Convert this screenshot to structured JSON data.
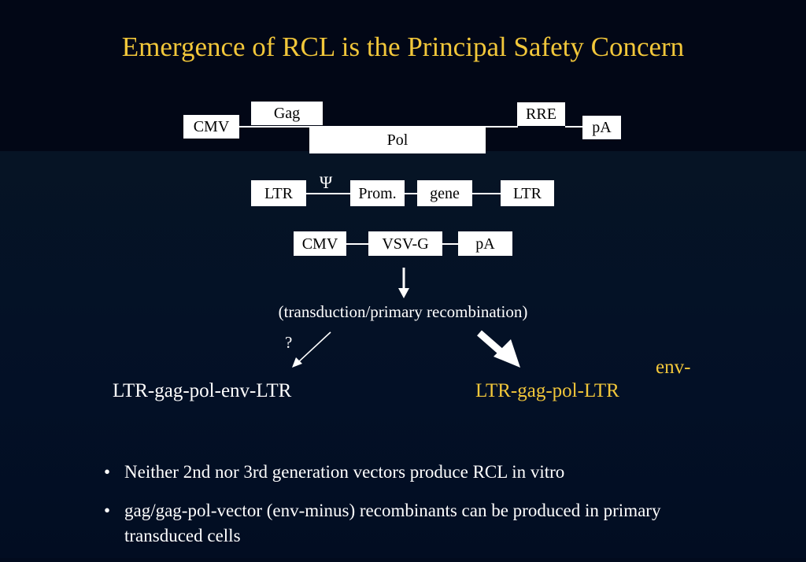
{
  "title": "Emergence of RCL is the Principal Safety Concern",
  "construct1": {
    "promoter": "CMV",
    "gag": "Gag",
    "pol": "Pol",
    "rre": "RRE",
    "polya": "pA"
  },
  "construct2": {
    "ltr_left": "LTR",
    "psi": "Ψ",
    "promoter": "Prom.",
    "gene": "gene",
    "ltr_right": "LTR"
  },
  "construct3": {
    "promoter": "CMV",
    "env": "VSV-G",
    "polya": "pA"
  },
  "process_label": "(transduction/primary recombination)",
  "question_mark": "?",
  "outcome_left": "LTR-gag-pol-env-LTR",
  "outcome_right": "LTR-gag-pol-LTR",
  "outcome_right_note": "env-",
  "bullet_char": "•",
  "bullets": [
    "Neither 2nd nor 3rd generation vectors produce RCL in vitro",
    "gag/gag-pol-vector (env-minus) recombinants can be produced in primary transduced cells"
  ],
  "colors": {
    "accent": "#f2c73a",
    "background": "#020b1e"
  }
}
